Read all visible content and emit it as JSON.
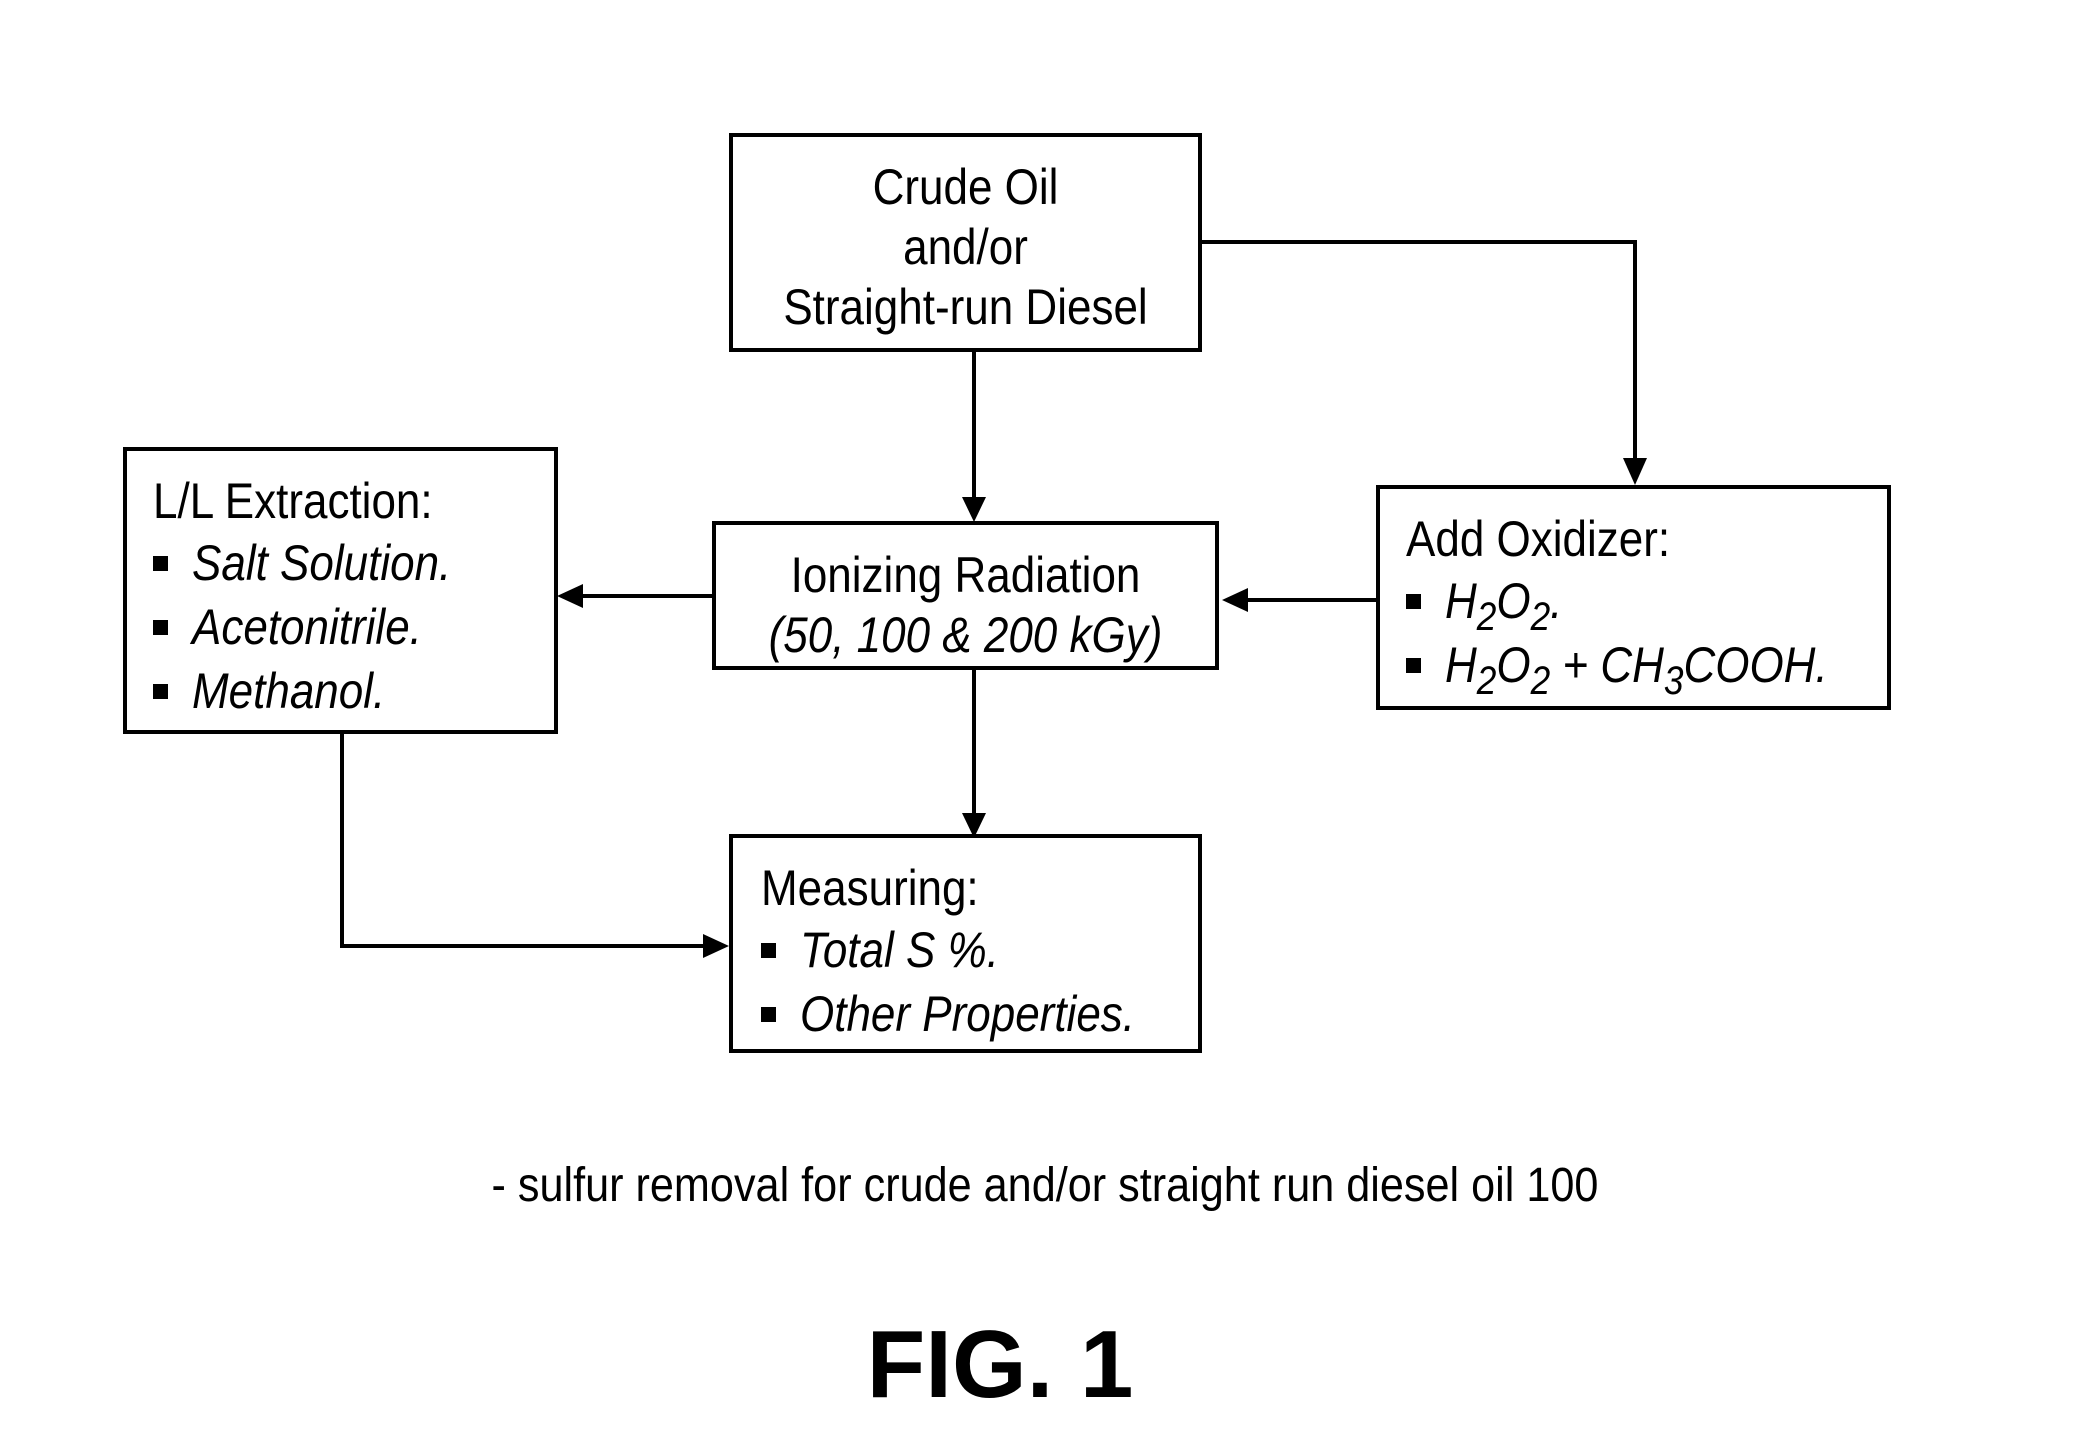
{
  "boxes": {
    "source": {
      "lines": [
        "Crude Oil",
        "and/or",
        "Straight-run Diesel"
      ]
    },
    "radiation": {
      "title": "Ionizing Radiation",
      "subtitle": "(50, 100 & 200 kGy)"
    },
    "oxidizer": {
      "title": "Add Oxidizer:",
      "items": [
        {
          "h": "H",
          "s1": "2",
          "o": "O",
          "s2": "2",
          "rest": "."
        },
        {
          "h": "H",
          "s1": "2",
          "o": "O",
          "s2": "2",
          "mid": " + CH",
          "s3": "3",
          "rest": "COOH."
        }
      ]
    },
    "extraction": {
      "title": "L/L Extraction:",
      "items": [
        "Salt Solution.",
        "Acetonitrile.",
        "Methanol."
      ]
    },
    "measuring": {
      "title": "Measuring:",
      "items": [
        "Total S %.",
        "Other Properties."
      ]
    }
  },
  "caption": "- sulfur removal for crude and/or straight run diesel oil 100",
  "figure_label": "FIG. 1",
  "colors": {
    "line": "#000000",
    "background": "#ffffff"
  }
}
